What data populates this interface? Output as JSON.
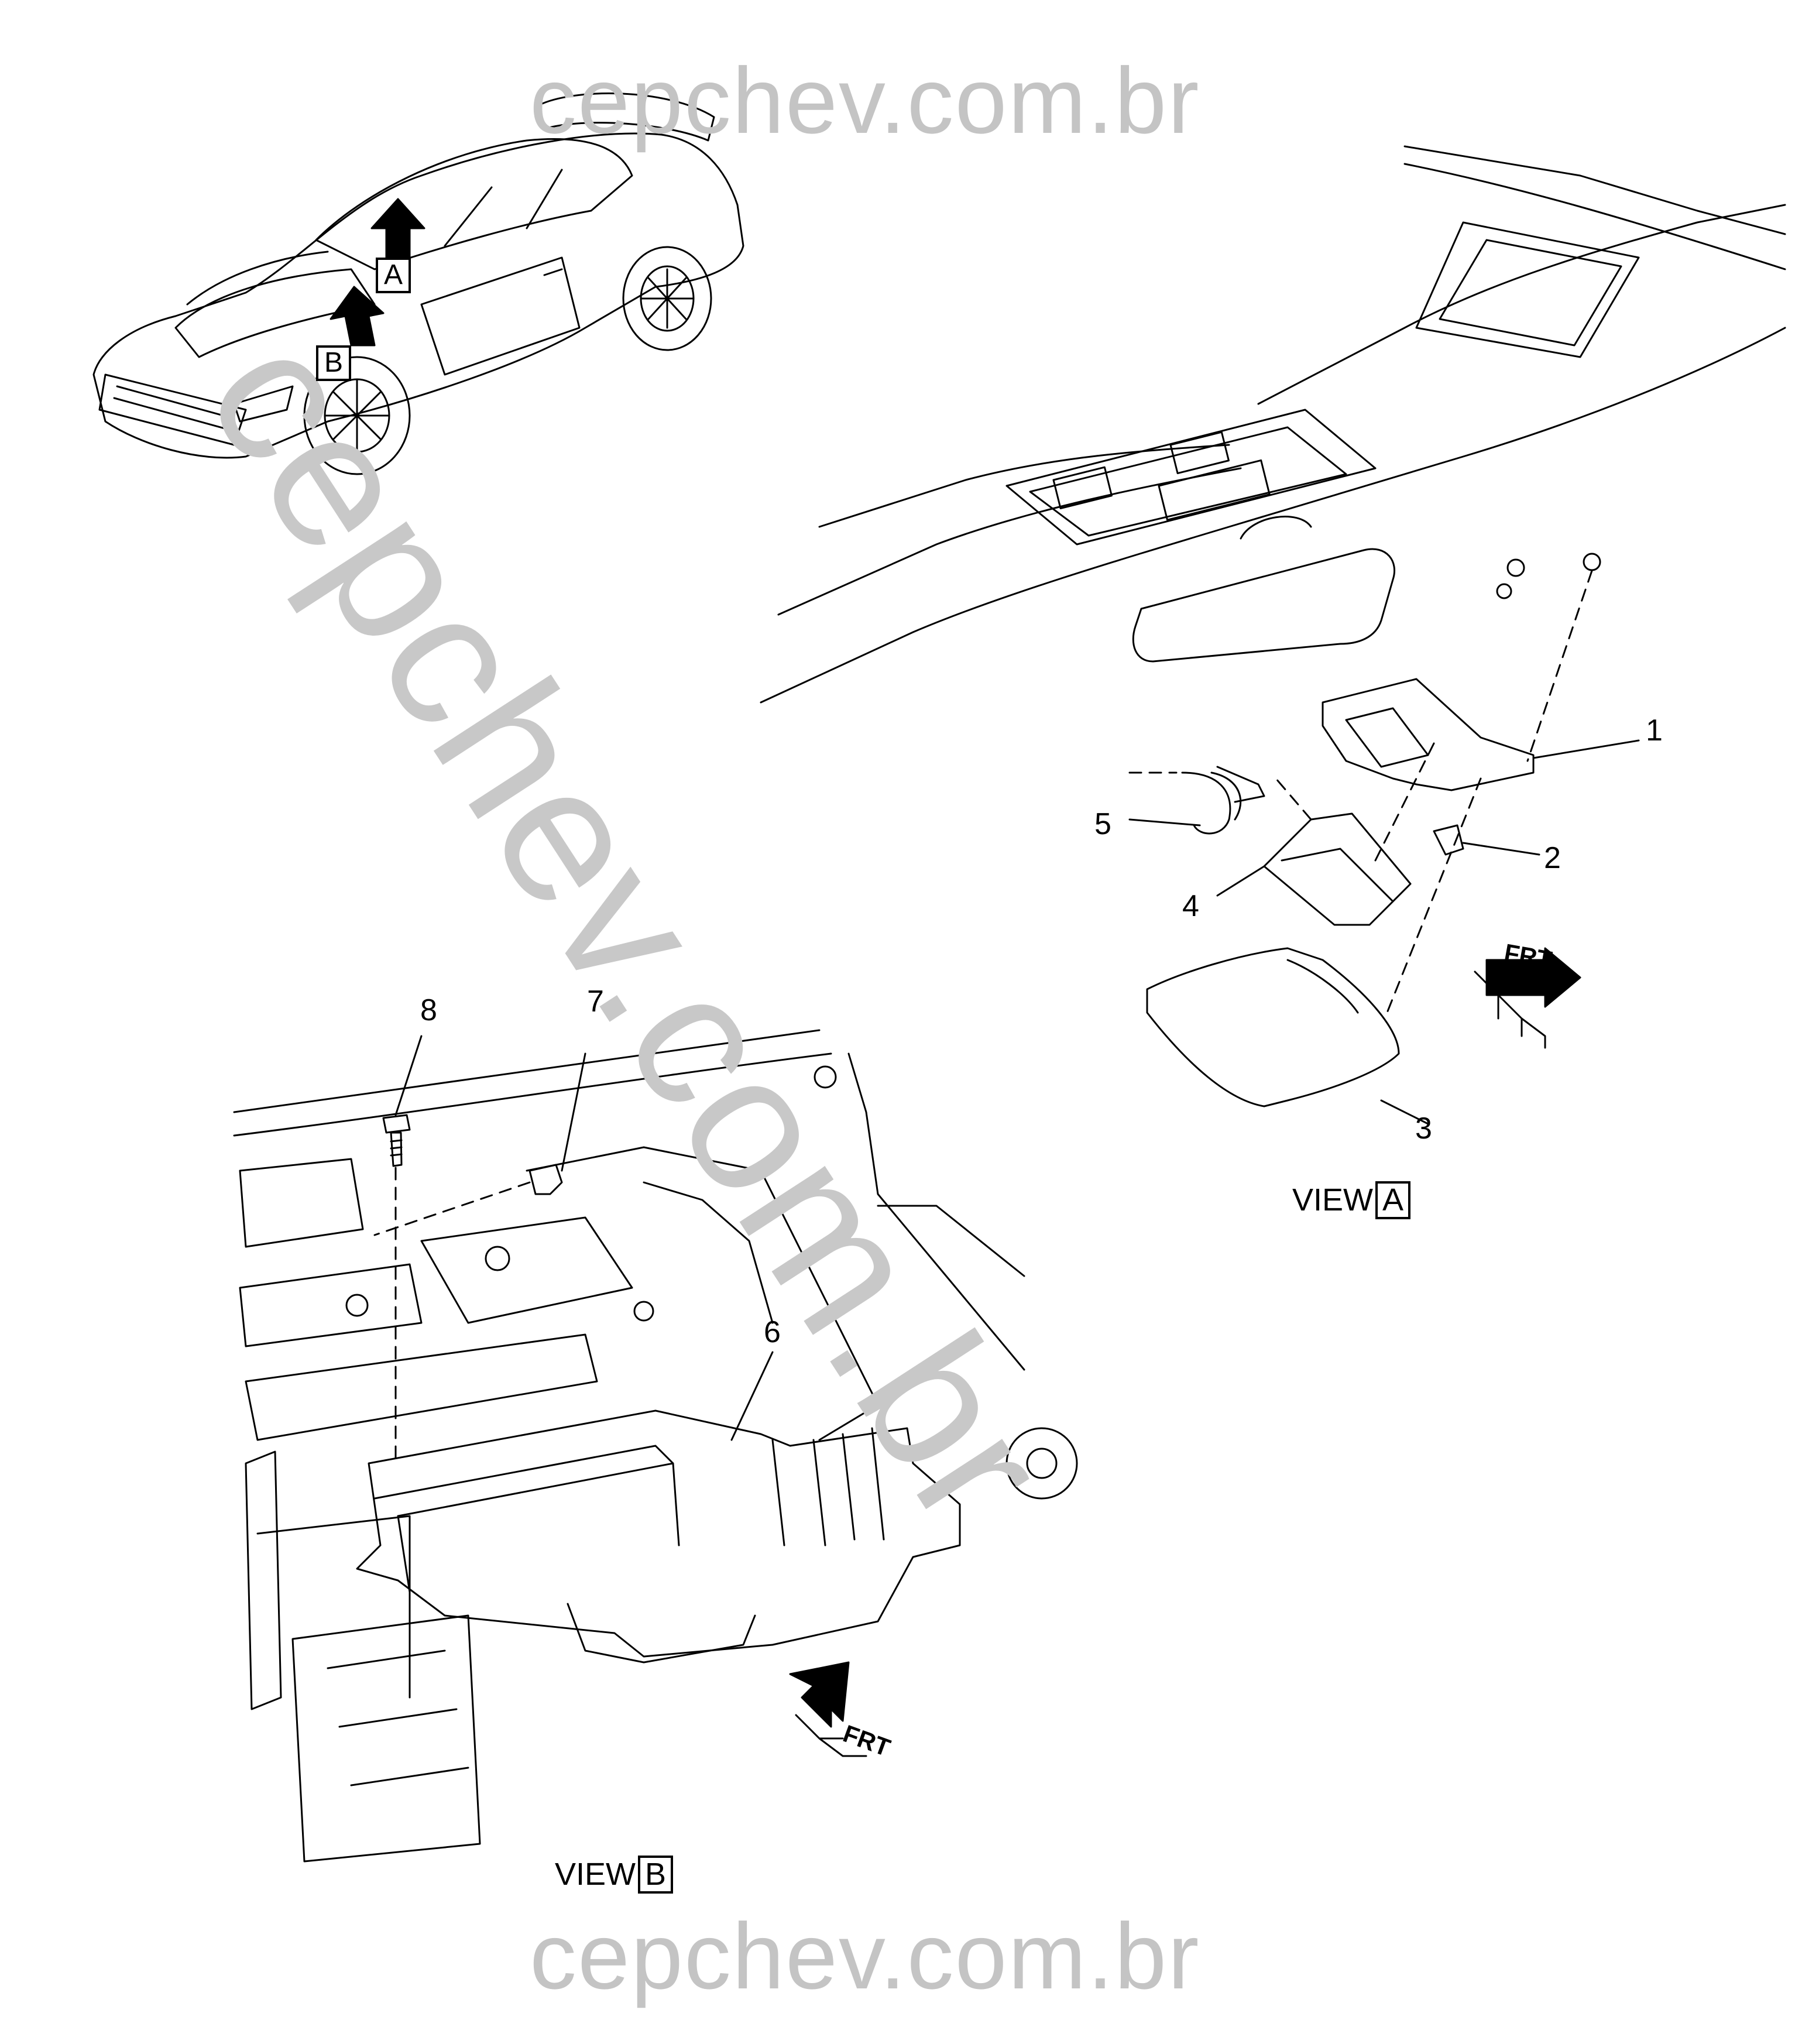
{
  "watermark": {
    "top": "cepchev.com.br",
    "diagonal": "cepchev.com.br",
    "bottom": "cepchev.com.br"
  },
  "car": {
    "label_a": "A",
    "label_b": "B"
  },
  "view_a": {
    "label": "VIEW",
    "letter": "A",
    "callouts": [
      "1",
      "2",
      "3",
      "4",
      "5"
    ],
    "frt": "FRT"
  },
  "view_b": {
    "label": "VIEW",
    "letter": "B",
    "callouts": [
      "6",
      "7",
      "8"
    ],
    "frt": "FRT"
  }
}
